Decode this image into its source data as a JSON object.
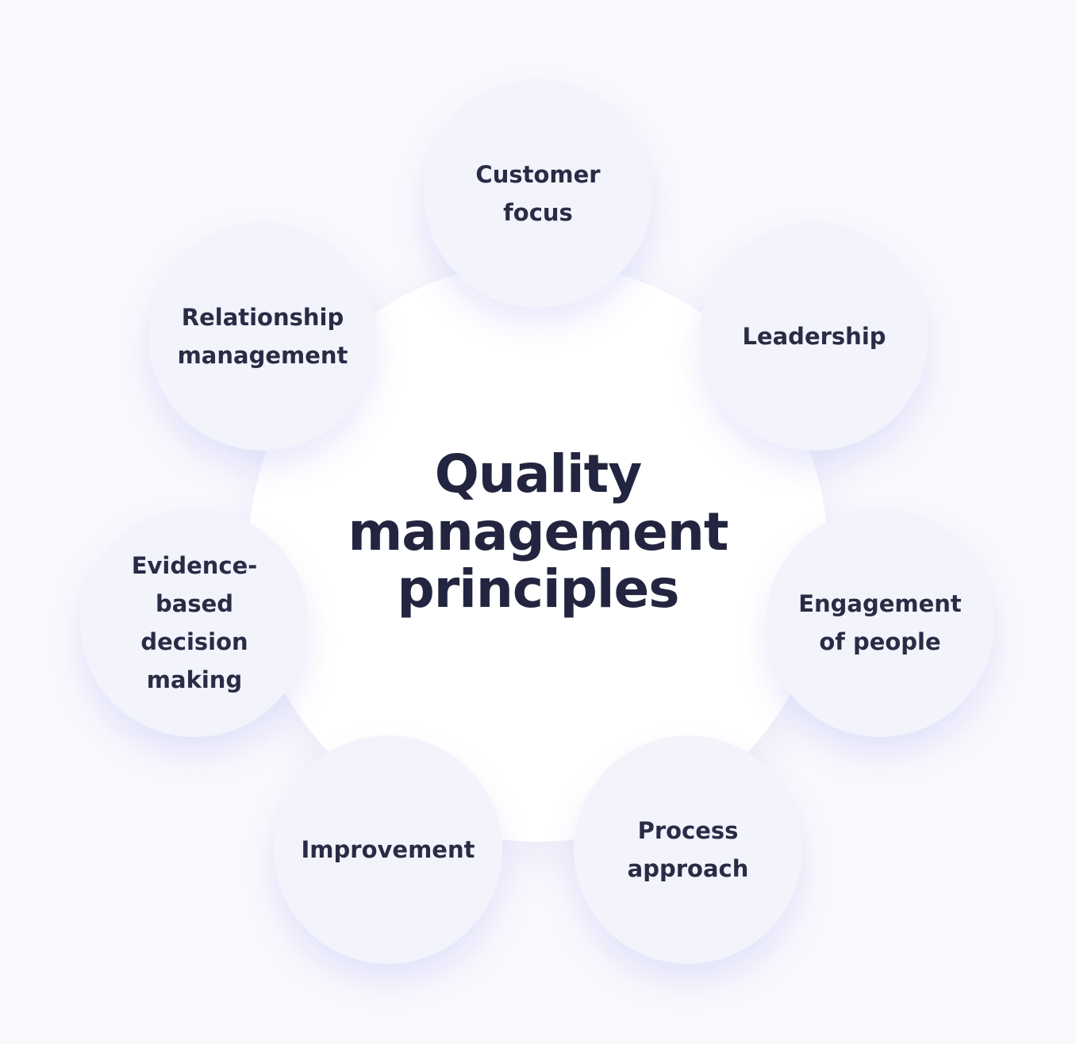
{
  "diagram": {
    "title": "Quality management principles",
    "principles": [
      "Customer focus",
      "Leadership",
      "Engagement of people",
      "Process approach",
      "Improvement",
      "Evidence-based decision making",
      "Relationship management"
    ]
  }
}
